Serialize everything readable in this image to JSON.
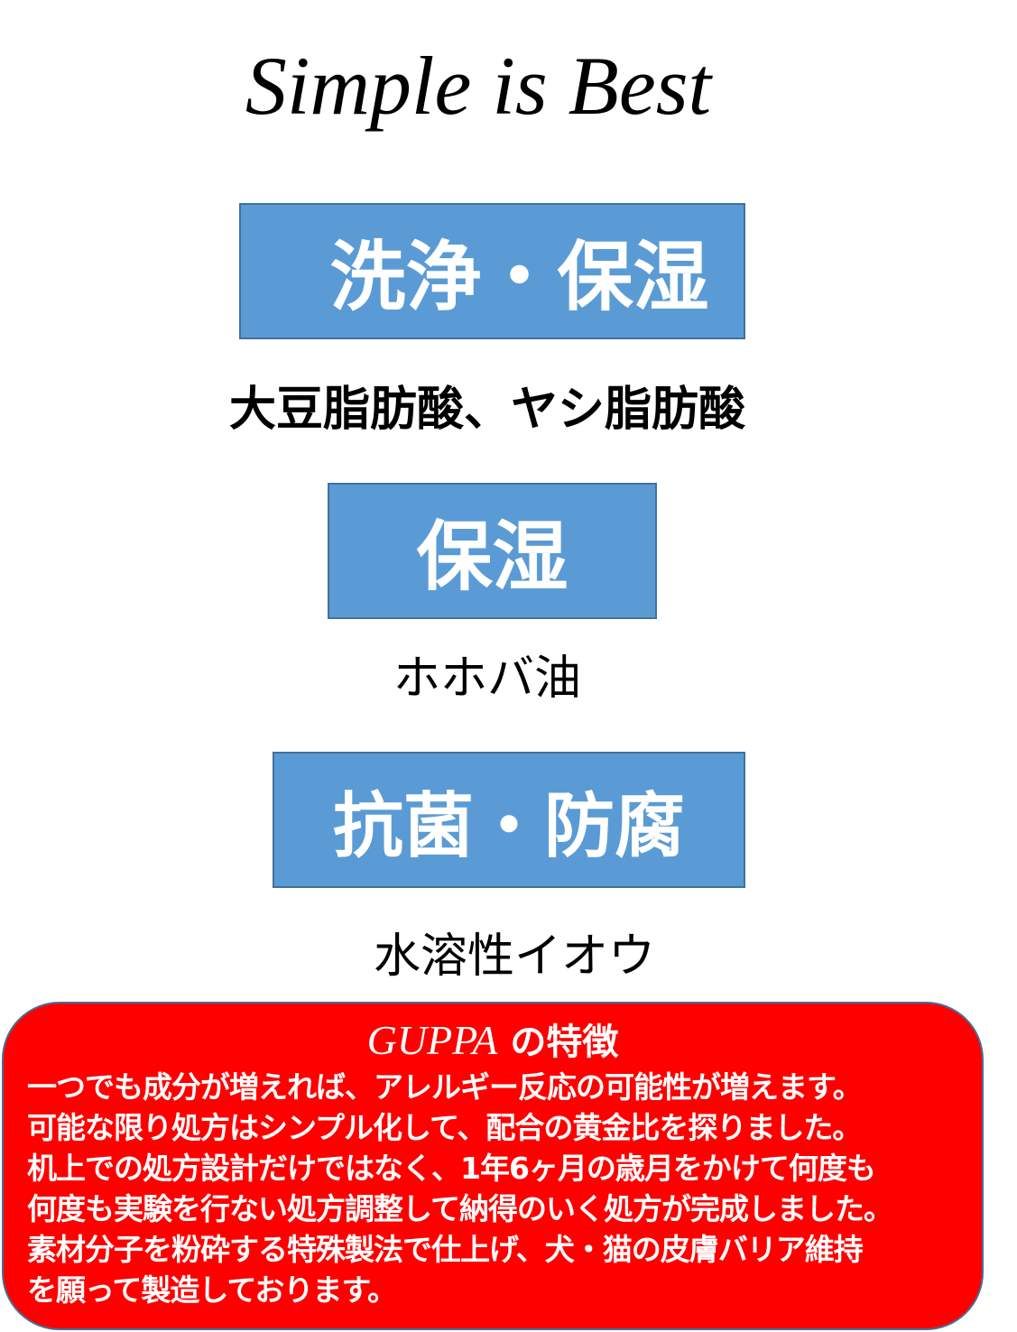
{
  "title": "Simple is Best",
  "sections": [
    {
      "heading": "洗浄・保湿",
      "ingredient": "大豆脂肪酸、ヤシ脂肪酸"
    },
    {
      "heading": "保湿",
      "ingredient": "ホホバ油"
    },
    {
      "heading": "抗菌・防腐",
      "ingredient": "水溶性イオウ"
    }
  ],
  "features": {
    "brand": "GUPPA",
    "title_suffix": "の特徴",
    "lines": [
      "一つでも成分が増えれば、アレルギー反応の可能性が増えます。",
      "可能な限り処方はシンプル化して、配合の黄金比を探りました。",
      "机上での処方設計だけではなく、1年6ヶ月の歳月をかけて何度も",
      "何度も実験を行ない処方調整して納得のいく処方が完成しました。",
      "素材分子を粉砕する特殊製法で仕上げ、犬・猫の皮膚バリア維持",
      "を願って製造しております。"
    ]
  },
  "colors": {
    "box_fill": "#5b9bd5",
    "box_border": "#41719c",
    "feature_fill": "#ff0000"
  }
}
